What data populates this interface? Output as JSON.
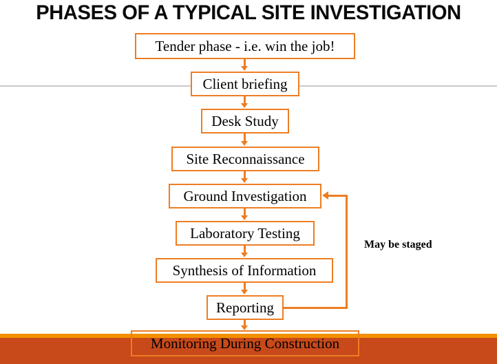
{
  "slide": {
    "title": "PHASES OF A TYPICAL SITE INVESTIGATION",
    "accent_color": "#ED7D22",
    "band_bright_color": "#F29100",
    "band_dark_color": "#C8491A",
    "divider_color": "#C9C9CD",
    "text_color": "#000000"
  },
  "flow": {
    "boxes": [
      {
        "id": "tender-phase",
        "label": "Tender phase - i.e. win the job!"
      },
      {
        "id": "client-briefing",
        "label": "Client briefing"
      },
      {
        "id": "desk-study",
        "label": "Desk Study"
      },
      {
        "id": "site-reconnaissance",
        "label": "Site Reconnaissance"
      },
      {
        "id": "ground-investigation",
        "label": "Ground Investigation"
      },
      {
        "id": "laboratory-testing",
        "label": "Laboratory Testing"
      },
      {
        "id": "synthesis-of-information",
        "label": "Synthesis of Information"
      },
      {
        "id": "reporting",
        "label": "Reporting"
      },
      {
        "id": "monitoring-during-construction",
        "label": "Monitoring During Construction"
      }
    ],
    "annotations": [
      {
        "id": "may-be-staged",
        "label": "May be staged"
      }
    ]
  }
}
